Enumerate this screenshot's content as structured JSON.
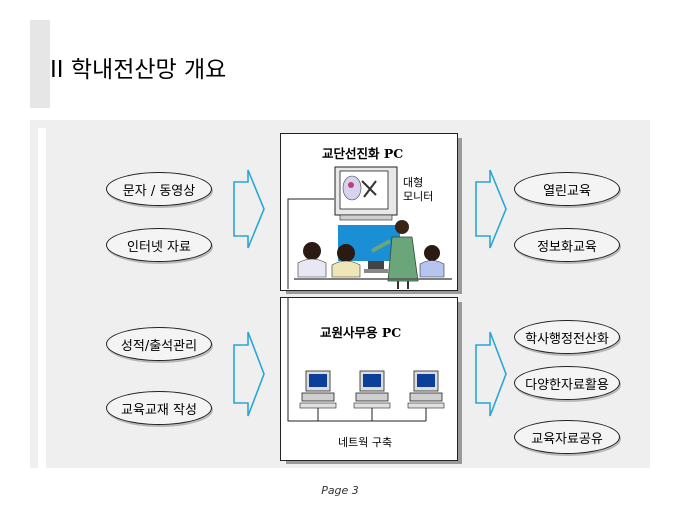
{
  "title": "II 학내전산망 개요",
  "top_section": {
    "inputs": [
      "문자 / 동영상",
      "인터넷 자료"
    ],
    "box_title": "교단선진화 PC",
    "monitor_label": "대형\n모니터",
    "outputs": [
      "열린교육",
      "정보화교육"
    ]
  },
  "bottom_section": {
    "inputs": [
      "성적/출석관리",
      "교육교재 작성"
    ],
    "box_title": "교원사무용 PC",
    "network_label": "네트웍 구축",
    "outputs": [
      "학사행정전산화",
      "다양한자료활용",
      "교육자료공유"
    ]
  },
  "footer": {
    "page": "Page 3"
  },
  "colors": {
    "arrow": "#2aa6d6",
    "screen": "#1a8fd6",
    "panel": "#efefef"
  }
}
